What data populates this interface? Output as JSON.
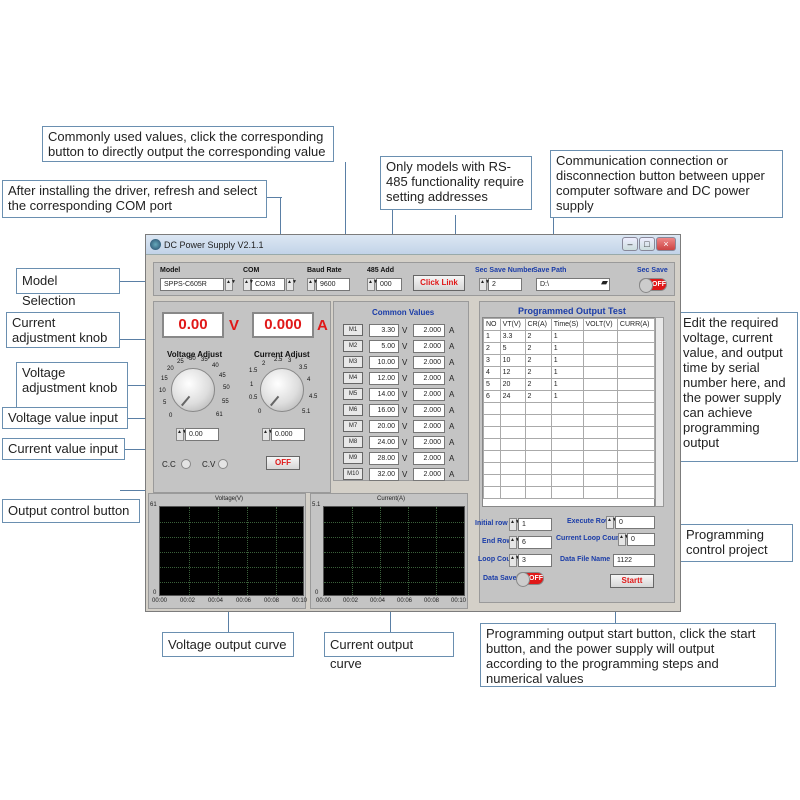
{
  "window": {
    "title": "DC Power Supply V2.1.1"
  },
  "header": {
    "model_label": "Model",
    "model_value": "SPPS-C605R",
    "com_label": "COM",
    "com_value": "COM3",
    "baud_label": "Baud Rate",
    "baud_value": "9600",
    "add_label": "485 Add",
    "add_value": "000",
    "link_button": "Click Link",
    "serial_label": "Sec Save Number",
    "serial_value": "2",
    "path_label": "Save Path",
    "path_value": "D:\\",
    "secsave_label": "Sec Save",
    "secsave_toggle": "OFF"
  },
  "display": {
    "voltage": "0.00",
    "voltage_unit": "V",
    "current": "0.000",
    "current_unit": "A"
  },
  "knobs": {
    "voltage_title": "Voltage Adjust",
    "voltage_scale": [
      "0",
      "5",
      "10",
      "15",
      "20",
      "25",
      "30",
      "35",
      "40",
      "45",
      "50",
      "55",
      "61"
    ],
    "voltage_input": "0.00",
    "current_title": "Current Adjust",
    "current_scale": [
      "0",
      "0.5",
      "1",
      "1.5",
      "2",
      "2.5",
      "3",
      "3.5",
      "4",
      "4.5",
      "5.1"
    ],
    "current_input": "0.000"
  },
  "status": {
    "cc_label": "C.C",
    "cv_label": "C.V",
    "output_button": "OFF"
  },
  "common_values": {
    "title": "Common Values",
    "rows": [
      {
        "btn": "M1",
        "v": "3.30",
        "a": "2.000"
      },
      {
        "btn": "M2",
        "v": "5.00",
        "a": "2.000"
      },
      {
        "btn": "M3",
        "v": "10.00",
        "a": "2.000"
      },
      {
        "btn": "M4",
        "v": "12.00",
        "a": "2.000"
      },
      {
        "btn": "M5",
        "v": "14.00",
        "a": "2.000"
      },
      {
        "btn": "M6",
        "v": "16.00",
        "a": "2.000"
      },
      {
        "btn": "M7",
        "v": "20.00",
        "a": "2.000"
      },
      {
        "btn": "M8",
        "v": "24.00",
        "a": "2.000"
      },
      {
        "btn": "M9",
        "v": "28.00",
        "a": "2.000"
      },
      {
        "btn": "M10",
        "v": "32.00",
        "a": "2.000"
      }
    ],
    "v_unit": "V",
    "a_unit": "A"
  },
  "program": {
    "title": "Programmed Output Test",
    "columns": [
      "NO",
      "VT(V)",
      "CR(A)",
      "Time(S)",
      "VOLT(V)",
      "CURR(A)"
    ],
    "rows": [
      [
        "1",
        "3.3",
        "2",
        "1",
        "",
        ""
      ],
      [
        "2",
        "5",
        "2",
        "1",
        "",
        ""
      ],
      [
        "3",
        "10",
        "2",
        "1",
        "",
        ""
      ],
      [
        "4",
        "12",
        "2",
        "1",
        "",
        ""
      ],
      [
        "5",
        "20",
        "2",
        "1",
        "",
        ""
      ],
      [
        "6",
        "24",
        "2",
        "1",
        "",
        ""
      ]
    ],
    "initial_row_label": "Initial row",
    "initial_row": "1",
    "execute_row_label": "Execute Row",
    "execute_row": "0",
    "end_row_label": "End Row",
    "end_row": "6",
    "loop_count_label": "Current Loop Count",
    "loop_count": "0",
    "loop_label": "Loop Count",
    "loop": "3",
    "file_label": "Data File Name",
    "file": "1122",
    "data_save_label": "Data Save",
    "data_save_toggle": "OFF",
    "start_button": "Startt"
  },
  "charts": {
    "voltage": {
      "title": "Voltage(V)",
      "ytop": "61",
      "ybottom": "0",
      "x_ticks": [
        "00:00",
        "00:02",
        "00:04",
        "00:06",
        "00:08",
        "00:10"
      ]
    },
    "current": {
      "title": "Current(A)",
      "ytop": "5.1",
      "ybottom": "0",
      "x_ticks": [
        "00:00",
        "00:02",
        "00:04",
        "00:06",
        "00:08",
        "00:10"
      ]
    }
  },
  "callouts": {
    "common": "Commonly used values, click the corresponding button to directly output the corresponding value",
    "com": "After installing the driver, refresh and select the corresponding COM port",
    "rs485": "Only models with RS-485 functionality require setting addresses",
    "comm": "Communication connection or disconnection button between upper computer software and DC power supply",
    "model": "Model Selection",
    "cur_knob": "Current adjustment knob",
    "volt_knob": "Voltage adjustment knob",
    "volt_input": "Voltage value input",
    "cur_input": "Current value input",
    "output": "Output control button",
    "edit": "Edit the required voltage, current value, and output time by serial number here, and the power supply can achieve programming output",
    "prog_ctrl": "Programming control project",
    "volt_curve": "Voltage output curve",
    "cur_curve": "Current output curve",
    "start": "Programming output start button, click the start button, and the power supply will output according to the programming steps and numerical values"
  }
}
